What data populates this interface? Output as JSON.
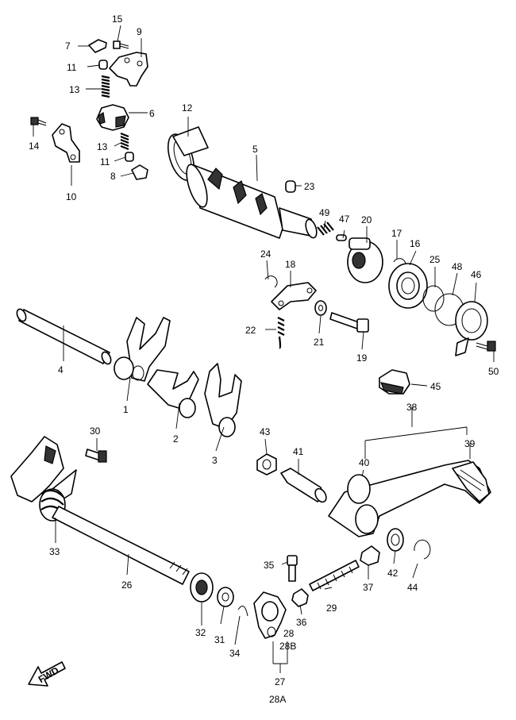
{
  "callouts": [
    {
      "id": "c1",
      "label": "1"
    },
    {
      "id": "c2",
      "label": "2"
    },
    {
      "id": "c3",
      "label": "3"
    },
    {
      "id": "c4",
      "label": "4"
    },
    {
      "id": "c5",
      "label": "5"
    },
    {
      "id": "c6",
      "label": "6"
    },
    {
      "id": "c7",
      "label": "7"
    },
    {
      "id": "c8",
      "label": "8"
    },
    {
      "id": "c9",
      "label": "9"
    },
    {
      "id": "c10",
      "label": "10"
    },
    {
      "id": "c11a",
      "label": "11"
    },
    {
      "id": "c11b",
      "label": "11"
    },
    {
      "id": "c12",
      "label": "12"
    },
    {
      "id": "c13a",
      "label": "13"
    },
    {
      "id": "c13b",
      "label": "13"
    },
    {
      "id": "c14",
      "label": "14"
    },
    {
      "id": "c15",
      "label": "15"
    },
    {
      "id": "c16",
      "label": "16"
    },
    {
      "id": "c17",
      "label": "17"
    },
    {
      "id": "c18",
      "label": "18"
    },
    {
      "id": "c19",
      "label": "19"
    },
    {
      "id": "c20",
      "label": "20"
    },
    {
      "id": "c21",
      "label": "21"
    },
    {
      "id": "c22",
      "label": "22"
    },
    {
      "id": "c23",
      "label": "23"
    },
    {
      "id": "c24",
      "label": "24"
    },
    {
      "id": "c25",
      "label": "25"
    },
    {
      "id": "c26",
      "label": "26"
    },
    {
      "id": "c27",
      "label": "27"
    },
    {
      "id": "c28",
      "label": "28"
    },
    {
      "id": "c28a",
      "label": "28A"
    },
    {
      "id": "c28b",
      "label": "28B"
    },
    {
      "id": "c29",
      "label": "29"
    },
    {
      "id": "c30",
      "label": "30"
    },
    {
      "id": "c31",
      "label": "31"
    },
    {
      "id": "c32",
      "label": "32"
    },
    {
      "id": "c33",
      "label": "33"
    },
    {
      "id": "c34",
      "label": "34"
    },
    {
      "id": "c35",
      "label": "35"
    },
    {
      "id": "c36",
      "label": "36"
    },
    {
      "id": "c37",
      "label": "37"
    },
    {
      "id": "c38",
      "label": "38"
    },
    {
      "id": "c39",
      "label": "39"
    },
    {
      "id": "c40",
      "label": "40"
    },
    {
      "id": "c41",
      "label": "41"
    },
    {
      "id": "c42",
      "label": "42"
    },
    {
      "id": "c43",
      "label": "43"
    },
    {
      "id": "c44",
      "label": "44"
    },
    {
      "id": "c45",
      "label": "45"
    },
    {
      "id": "c46",
      "label": "46"
    },
    {
      "id": "c47",
      "label": "47"
    },
    {
      "id": "c48",
      "label": "48"
    },
    {
      "id": "c49",
      "label": "49"
    },
    {
      "id": "c50",
      "label": "50"
    }
  ],
  "fwd_arrow": {
    "label": "FWD",
    "icon": "front-direction-arrow-icon"
  }
}
